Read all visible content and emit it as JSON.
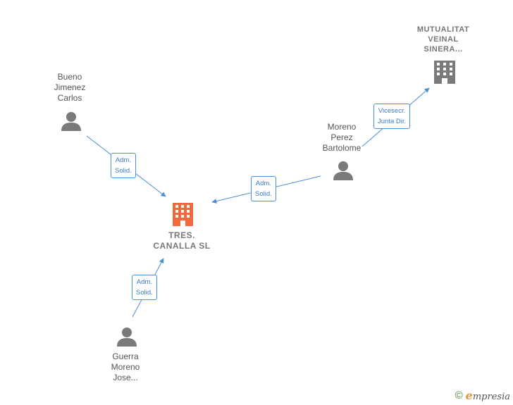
{
  "nodes": {
    "main_company": {
      "lines": [
        "TRES.",
        "CANALLA  SL"
      ]
    },
    "other_company": {
      "lines": [
        "MUTUALITAT",
        "VEINAL",
        "SINERA..."
      ]
    },
    "person_bueno": {
      "lines": [
        "Bueno",
        "Jimenez",
        "Carlos"
      ]
    },
    "person_moreno": {
      "lines": [
        "Moreno",
        "Perez",
        "Bartolome"
      ]
    },
    "person_guerra": {
      "lines": [
        "Guerra",
        "Moreno",
        "Jose..."
      ]
    }
  },
  "edges": {
    "bueno_to_main": {
      "lines": [
        "Adm.",
        "Solid."
      ]
    },
    "moreno_to_main": {
      "lines": [
        "Adm.",
        "Solid."
      ]
    },
    "guerra_to_main": {
      "lines": [
        "Adm.",
        "Solid."
      ]
    },
    "moreno_to_other": {
      "lines": [
        "Vicesecr.",
        "Junta Dir."
      ]
    }
  },
  "colors": {
    "main_company": "#f26a3c",
    "other_company": "#7a7a7a",
    "person": "#7a7a7a",
    "edge": "#4a8fd8"
  },
  "footer": {
    "copyright_symbol": "©",
    "brand_initial": "e",
    "brand_rest": "mpresia"
  }
}
